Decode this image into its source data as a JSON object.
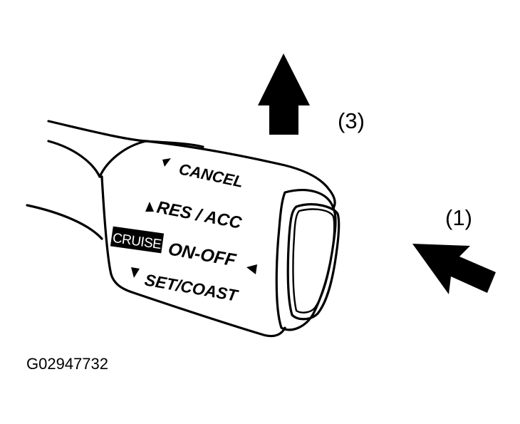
{
  "figure_id": "G02947732",
  "callouts": {
    "pull_arrow_label": "(3)",
    "push_arrow_label": "(1)"
  },
  "stalk_labels": {
    "cancel": "CANCEL",
    "res_acc": "RES / ACC",
    "cruise_badge": "CRUISE",
    "on_off": "ON-OFF",
    "set_coast": "SET/COAST"
  },
  "colors": {
    "ink": "#000000",
    "paper": "#ffffff"
  },
  "icons": {
    "cancel_marker": "triangle-down-left-icon",
    "res_acc_marker": "triangle-up-icon",
    "on_off_marker": "triangle-left-icon",
    "set_coast_marker": "triangle-down-icon"
  }
}
